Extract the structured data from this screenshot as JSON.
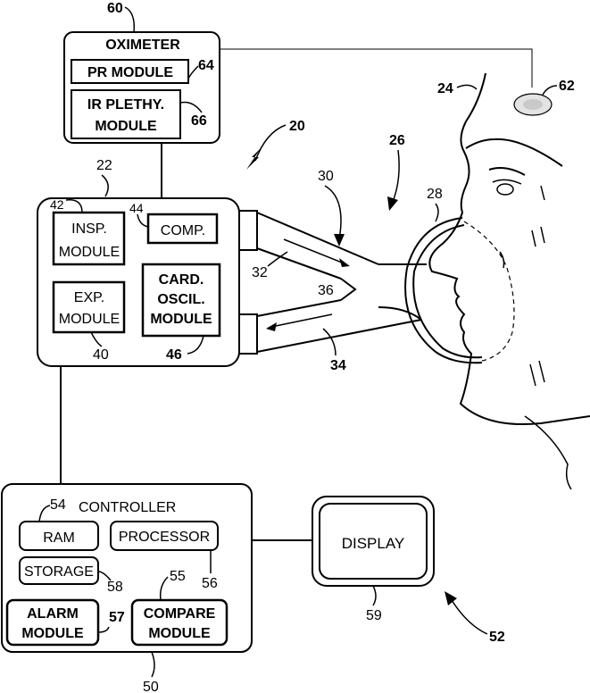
{
  "oximeter": {
    "title": "OXIMETER",
    "pr_module": "PR MODULE",
    "ir_module_line1": "IR PLETHY.",
    "ir_module_line2": "MODULE",
    "ref_60": "60",
    "ref_64": "64",
    "ref_66": "66",
    "ref_62": "62"
  },
  "ventilator": {
    "ref_22": "22",
    "insp_line1": "INSP.",
    "insp_line2": "MODULE",
    "ref_42": "42",
    "comp": "COMP.",
    "ref_44": "44",
    "exp_line1": "EXP.",
    "exp_line2": "MODULE",
    "ref_40": "40",
    "card_line1": "CARD.",
    "card_line2": "OSCIL.",
    "card_line3": "MODULE",
    "ref_46": "46"
  },
  "circuit": {
    "ref_20": "20",
    "ref_24": "24",
    "ref_26": "26",
    "ref_28": "28",
    "ref_30": "30",
    "ref_32": "32",
    "ref_34": "34",
    "ref_36": "36"
  },
  "controller": {
    "title": "CONTROLLER",
    "ram": "RAM",
    "ref_54": "54",
    "processor": "PROCESSOR",
    "ref_56": "56",
    "storage": "STORAGE",
    "ref_58": "58",
    "alarm_line1": "ALARM",
    "alarm_line2": "MODULE",
    "ref_57": "57",
    "compare_line1": "COMPARE",
    "compare_line2": "MODULE",
    "ref_55": "55",
    "ref_50": "50"
  },
  "display": {
    "label": "DISPLAY",
    "ref_59": "59",
    "ref_52": "52"
  }
}
